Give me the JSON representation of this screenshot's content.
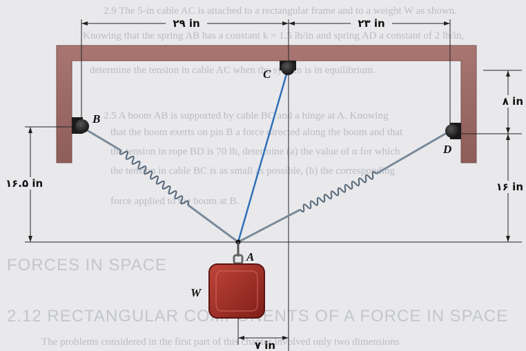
{
  "dimensions": {
    "dim_29": "۲۹ in",
    "dim_23": "۲۳ in",
    "dim_8": "۸ in",
    "dim_16": "۱۶ in",
    "dim_16_5": "۱۶.۵ in",
    "dim_7": "۷ in"
  },
  "points": {
    "A": "A",
    "B": "B",
    "C": "C",
    "D": "D",
    "W": "W"
  },
  "background_text": {
    "line1": "2.9 The 5-in cable AC is attached to a rectangular frame and to a weight W as shown.",
    "line2": "Knowing that the spring AB has a constant k = 1.5 lb/in and spring AD a constant of 2 lb/in,",
    "line3": "determine the tension in cable AC when the system is in equilibrium.",
    "line4": "2.5 A boom AB is supported by cable BC and a hinge at A. Knowing",
    "line5": "that the boom exerts on pin B a force directed along the boom and that",
    "line6": "the tension in rope BD is 70 lb, determine (a) the value of α for which",
    "line7": "the tension in cable BC is as small as possible, (b) the corresponding",
    "line8": "force applied to the boom at B.",
    "heading1": "FORCES IN SPACE",
    "heading2": "2.12 RECTANGULAR COMPONENTS OF A FORCE IN SPACE",
    "line9": "The problems considered in the first part of this chapter involved only two dimensions"
  },
  "colors": {
    "frame": "#9a6a66",
    "cable": "#2f6fb8",
    "spring": "#7a8a9a",
    "weight": "#9b2b22"
  }
}
